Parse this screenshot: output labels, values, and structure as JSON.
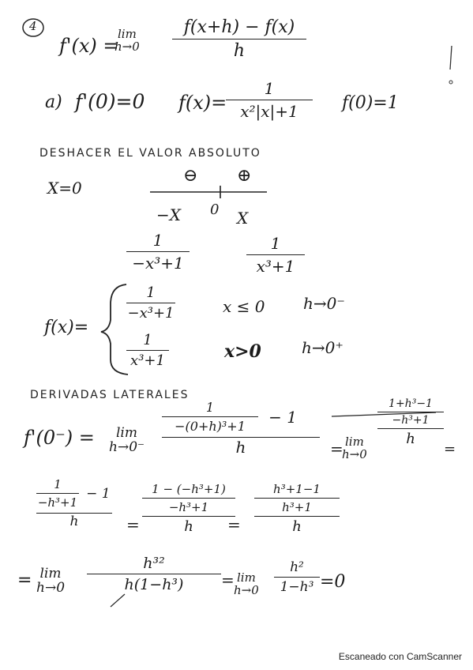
{
  "problem_number": "4",
  "definition": {
    "lhs": "f'(x) =",
    "lim_top": "lim",
    "lim_bottom": "h→0",
    "num": "f(x+h) − f(x)",
    "den": "h"
  },
  "part_a": {
    "label": "a)",
    "statement": "f'(0)=0",
    "fx_lhs": "f(x)=",
    "fx_num": "1",
    "fx_den": "x²|x|+1",
    "f0": "f(0)=1"
  },
  "heading_abs": "DESHACER EL VALOR ABSOLUTO",
  "sign_chart": {
    "x_eq": "X=0",
    "minus_sign": "⊖",
    "plus_sign": "⊕",
    "left_label": "−X",
    "zero_label": "0",
    "right_label": "X",
    "left_frac_num": "1",
    "left_frac_den": "−x³+1",
    "right_frac_num": "1",
    "right_frac_den": "x³+1"
  },
  "piecewise": {
    "lhs": "f(x)=",
    "row1_num": "1",
    "row1_den": "−x³+1",
    "row1_cond": "x ≤ 0",
    "row1_limit": "h→0⁻",
    "row2_num": "1",
    "row2_den": "x³+1",
    "row2_cond": "x>0",
    "row2_limit": "h→0⁺"
  },
  "heading_lateral": "DERIVADAS LATERALES",
  "derivative_left": {
    "lhs": "f'(0⁻) =",
    "lim_top": "lim",
    "lim_bottom": "h→0⁻",
    "inner_num": "1",
    "inner_den": "−(0+h)³+1",
    "minus_one": "− 1",
    "den": "h",
    "eq": "=",
    "lim2_top": "lim",
    "lim2_bottom": "h→0",
    "rhs_top": "1+h³−1",
    "rhs_mid": "−h³+1",
    "rhs_den": "h",
    "tail": "="
  },
  "step_line": {
    "a_inner_num": "1",
    "a_inner_den": "−h³+1",
    "a_minus": "− 1",
    "a_den": "h",
    "eq1": "=",
    "b_num": "1 − (−h³+1)",
    "b_mid": "−h³+1",
    "b_den": "h",
    "eq2": "=",
    "c_num": "h³+1−1",
    "c_mid": "h³+1",
    "c_den": "h"
  },
  "final_line": {
    "eq": "=",
    "lim_top": "lim",
    "lim_bottom": "h→0",
    "num": "h³²",
    "den": "h(1−h³)",
    "eq2": "=",
    "lim2_top": "lim",
    "lim2_bottom": "h→0",
    "num2": "h²",
    "den2": "1−h³",
    "result": "=0"
  },
  "margin_mark": "!",
  "footer": "Escaneado con CamScanner"
}
